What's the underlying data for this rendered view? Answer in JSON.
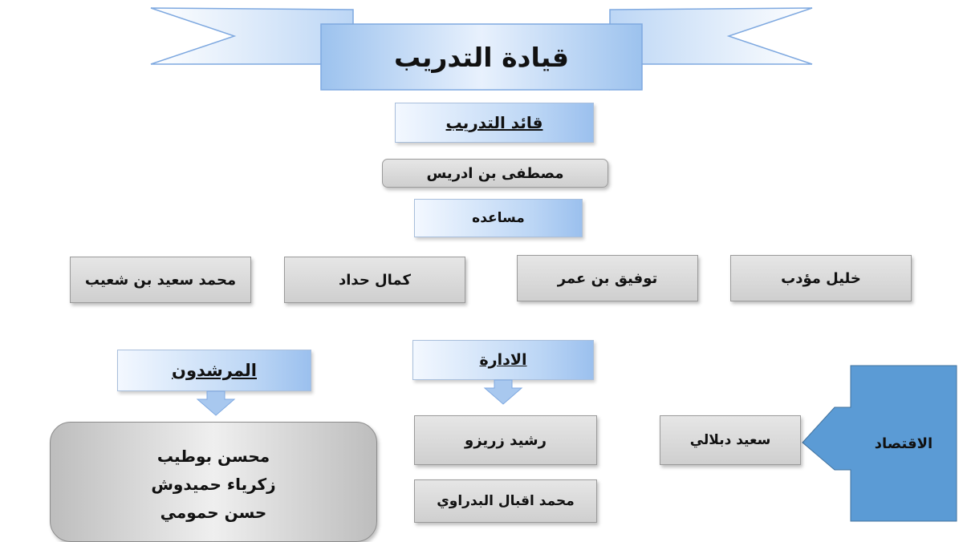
{
  "banner": {
    "title": "قيادة التدريب"
  },
  "leader": {
    "heading": "قائد التدريب",
    "name": "مصطفى بن ادريس",
    "assistant_label": "مساعده"
  },
  "assistants": [
    "خليل مؤدب",
    "توفيق بن عمر",
    "كمال حداد",
    "محمد سعيد بن شعيب"
  ],
  "administration": {
    "heading": "الادارة",
    "members": [
      "رشيد زريزو",
      "محمد اقبال البدراوي"
    ]
  },
  "guides": {
    "heading": "المرشدون",
    "members": [
      "محسن بوطيب",
      "زكرياء حميدوش",
      "حسن حمومي"
    ]
  },
  "economy": {
    "heading": "الاقتصاد",
    "member": "سعيد دبلالي"
  },
  "colors": {
    "banner_edge": "#7fa9e0",
    "blue_fill": "#bcd6f5",
    "economy_fill": "#5b9bd5",
    "grey_fill": "#d9d9d9"
  }
}
